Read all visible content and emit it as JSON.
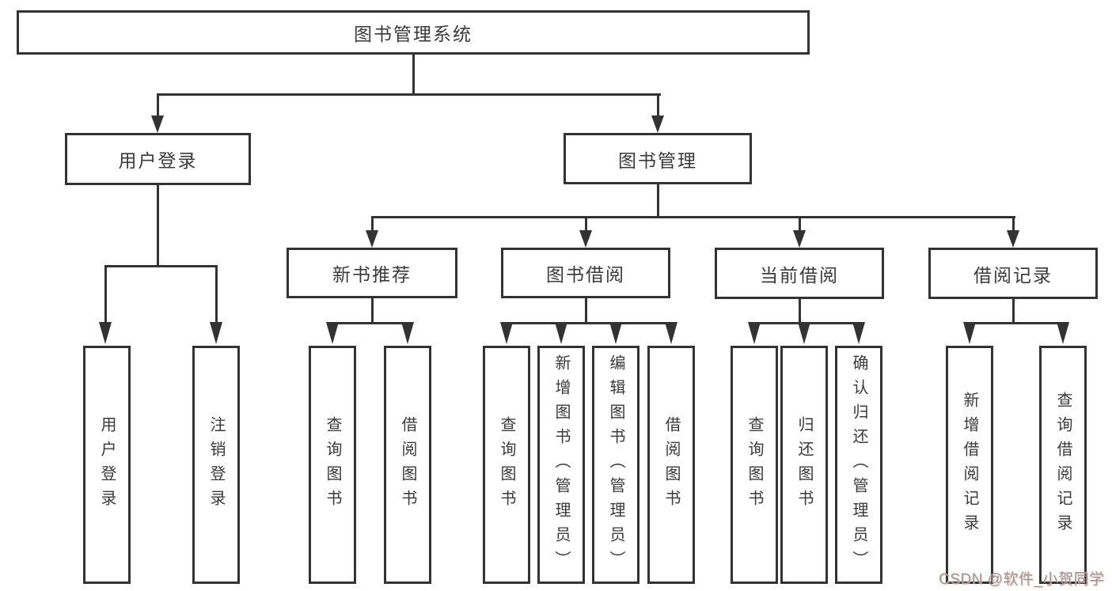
{
  "tree": {
    "label": "图书管理系统",
    "children": [
      {
        "label": "用户登录",
        "children": [
          {
            "label": "用户登录"
          },
          {
            "label": "注销登录"
          }
        ]
      },
      {
        "label": "图书管理",
        "children": [
          {
            "label": "新书推荐",
            "children": [
              {
                "label": "查询图书"
              },
              {
                "label": "借阅图书"
              }
            ]
          },
          {
            "label": "图书借阅",
            "children": [
              {
                "label": "查询图书"
              },
              {
                "label": "新增图书（管理员）"
              },
              {
                "label": "编辑图书（管理员）"
              },
              {
                "label": "借阅图书"
              }
            ]
          },
          {
            "label": "当前借阅",
            "children": [
              {
                "label": "查询图书"
              },
              {
                "label": "归还图书"
              },
              {
                "label": "确认归还（管理员）"
              }
            ]
          },
          {
            "label": "借阅记录",
            "children": [
              {
                "label": "新增借阅记录"
              },
              {
                "label": "查询借阅记录"
              }
            ]
          }
        ]
      }
    ]
  },
  "watermark": {
    "text": "CSDN @软件_小贺同学"
  },
  "colors": {
    "line": "#333333",
    "text": "#3a3a3a",
    "background": "#ffffff",
    "watermark": "#9b9b9b"
  }
}
